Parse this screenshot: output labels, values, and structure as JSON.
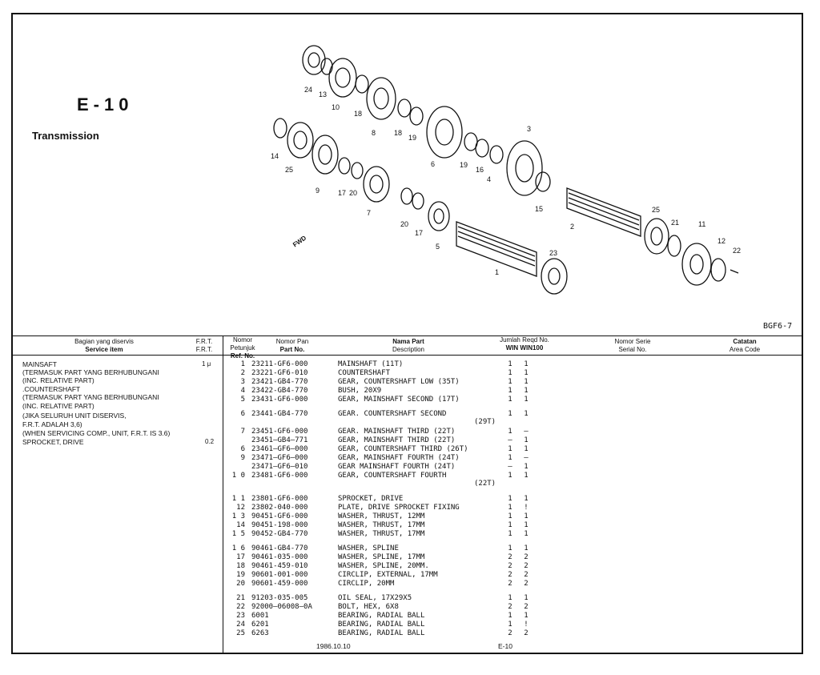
{
  "section": {
    "code": "E-10",
    "title": "Transmission",
    "ref_code": "BGF6-7"
  },
  "diagram": {
    "fwd_label": "FWD",
    "callouts": [
      "24",
      "13",
      "10",
      "18",
      "8",
      "18",
      "19",
      "6",
      "3",
      "19",
      "16",
      "4",
      "14",
      "25",
      "9",
      "17",
      "20",
      "7",
      "15",
      "2",
      "20",
      "17",
      "5",
      "25",
      "21",
      "11",
      "12",
      "22",
      "23",
      "1"
    ]
  },
  "headers": {
    "service_item_id": "Bagian yang diservis",
    "service_item_en": "Service item",
    "frt_id": "F.R.T.",
    "frt_en": "F.R.T.",
    "ref_no_id": "Nomor Petunjuk",
    "ref_no_en": "Ref. No.",
    "part_no_id": "Nomor Pan",
    "part_no_en": "Part No.",
    "name_id": "Nama Part",
    "name_en": "Description",
    "qty_id": "Jumlah Reqd No.",
    "qty_en": "WIN WIN100",
    "serial_id": "Nomor Serie",
    "serial_en": "Serial No.",
    "area_id": "Catatan",
    "area_en": "Area Code"
  },
  "service_items": [
    "MAINSAFT",
    "(TERMASUK PART YANG BERHUBUNGANI",
    "(INC. RELATIVE PART)",
    ".COUNTERSHAFT",
    "(TERMASUK PART YANG BERHUBUNGANI",
    "(INC. RELATIVE PART)",
    "(JIKA SELURUH UNIT DISERVIS,",
    " F.R.T. ADALAH 3,6)",
    "(WHEN SERVICING COMP., UNIT, F.R.T. IS 3.6)",
    "SPROCKET, DRIVE"
  ],
  "frt_values": [
    "1 μ",
    "0.2"
  ],
  "parts": [
    {
      "no": "1",
      "pn": "23211-GF6-000",
      "desc": "MAINSHAFT (11T)",
      "q1": "1",
      "q2": "1"
    },
    {
      "no": "2",
      "pn": "23221-GF6-010",
      "desc": "COUNTERSHAFT",
      "q1": "1",
      "q2": "1"
    },
    {
      "no": "3",
      "pn": "23421-GB4-770",
      "desc": "GEAR, COUNTERSHAFT LOW (35T)",
      "q1": "1",
      "q2": "1"
    },
    {
      "no": "4",
      "pn": "23422-GB4-770",
      "desc": "BUSH, 20X9",
      "q1": "1",
      "q2": "1"
    },
    {
      "no": "5",
      "pn": "23431-GF6-000",
      "desc": "GEAR, MAINSHAFT SECOND (17T)",
      "q1": "1",
      "q2": "1"
    },
    {
      "no": "6",
      "pn": "23441-GB4-770",
      "desc": "GEAR. COUNTERSHAFT SECOND",
      "cont": "(29T)",
      "q1": "1",
      "q2": "1"
    },
    {
      "no": "7",
      "pn": "23451-GF6-000",
      "desc": "GEAR. MAINSHAFT THIRD (22T)",
      "q1": "1",
      "q2": "—"
    },
    {
      "no": "",
      "pn": "23451—GB4—771",
      "desc": "GEAR, MAINSHAFT THIRD (22T)",
      "q1": "—",
      "q2": "1"
    },
    {
      "no": "6",
      "pn": "23461—GF6—000",
      "desc": "GEAR, COUNTERSHAFT THIRD (26T)",
      "q1": "1",
      "q2": "1"
    },
    {
      "no": "9",
      "pn": "23471—GF6—000",
      "desc": "GEAR, MAINSHAFT FOURTH (24T)",
      "q1": "1",
      "q2": "—"
    },
    {
      "no": "",
      "pn": "23471—GF6—010",
      "desc": "GEAR MAINSHAFT FOURTH (24T)",
      "q1": "—",
      "q2": "1"
    },
    {
      "no": "1 0",
      "pn": "23481-GF6-000",
      "desc": "GEAR, COUNTERSHAFT FOURTH",
      "cont": "(22T)",
      "q1": "1",
      "q2": "1"
    },
    {
      "no": "1 1",
      "pn": "23801-GF6-000",
      "desc": "SPROCKET, DRIVE",
      "q1": "1",
      "q2": "1"
    },
    {
      "no": "12",
      "pn": "23802-040-000",
      "desc": "PLATE, DRIVE SPROCKET FIXING",
      "q1": "1",
      "q2": "!"
    },
    {
      "no": "1 3",
      "pn": "90451-GF6-000",
      "desc": "WASHER, THRUST, 12MM",
      "q1": "1",
      "q2": "1"
    },
    {
      "no": "14",
      "pn": "90451-198-000",
      "desc": "WASHER, THRUST, 17MM",
      "q1": "1",
      "q2": "1"
    },
    {
      "no": "1 5",
      "pn": "90452-GB4-770",
      "desc": "WASHER, THRUST, 17MM",
      "q1": "1",
      "q2": "1"
    },
    {
      "no": "1 6",
      "pn": "90461-GB4-770",
      "desc": "WASHER, SPLINE",
      "q1": "1",
      "q2": "1"
    },
    {
      "no": "17",
      "pn": "90461-035-000",
      "desc": "WASHER, SPLINE, 17MM",
      "q1": "2",
      "q2": "2"
    },
    {
      "no": "18",
      "pn": "90461-459-010",
      "desc": "WASHER, SPLINE, 20MM.",
      "q1": "2",
      "q2": "2"
    },
    {
      "no": "19",
      "pn": "90601-001-000",
      "desc": "CIRCLIP, EXTERNAL, 17MM",
      "q1": "2",
      "q2": "2"
    },
    {
      "no": "20",
      "pn": "90601-459-000",
      "desc": "CIRCLIP, 20MM",
      "q1": "2",
      "q2": "2"
    },
    {
      "no": "21",
      "pn": "91203-035-005",
      "desc": "OIL SEAL, 17X29X5",
      "q1": "1",
      "q2": "1"
    },
    {
      "no": "22",
      "pn": "92000—06008—0A",
      "desc": "BOLT, HEX, 6X8",
      "q1": "2",
      "q2": "2"
    },
    {
      "no": "23",
      "pn": "6001",
      "desc": "BEARING, RADIAL BALL",
      "q1": "1",
      "q2": "1"
    },
    {
      "no": "24",
      "pn": "6201",
      "desc": "BEARING, RADIAL BALL",
      "q1": "1",
      "q2": "!"
    },
    {
      "no": "25",
      "pn": "6263",
      "desc": "BEARING, RADIAL BALL",
      "q1": "2",
      "q2": "2"
    }
  ],
  "footer": {
    "date": "1986.10.10",
    "page": "E-10"
  }
}
